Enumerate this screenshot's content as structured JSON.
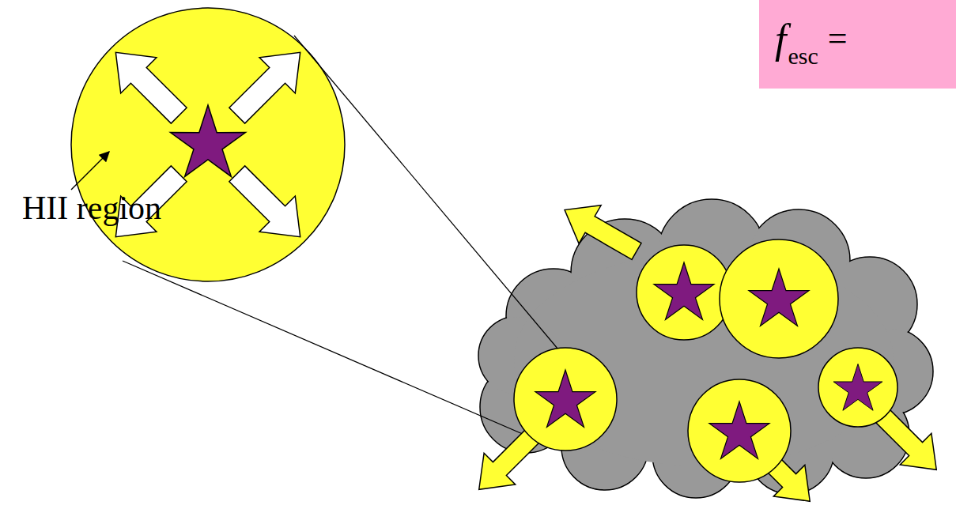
{
  "diagram": {
    "nodes": [
      {
        "text": [
          "f",
          "esc",
          "="
        ]
      }
    ],
    "labels": [
      "HII region"
    ]
  }
}
